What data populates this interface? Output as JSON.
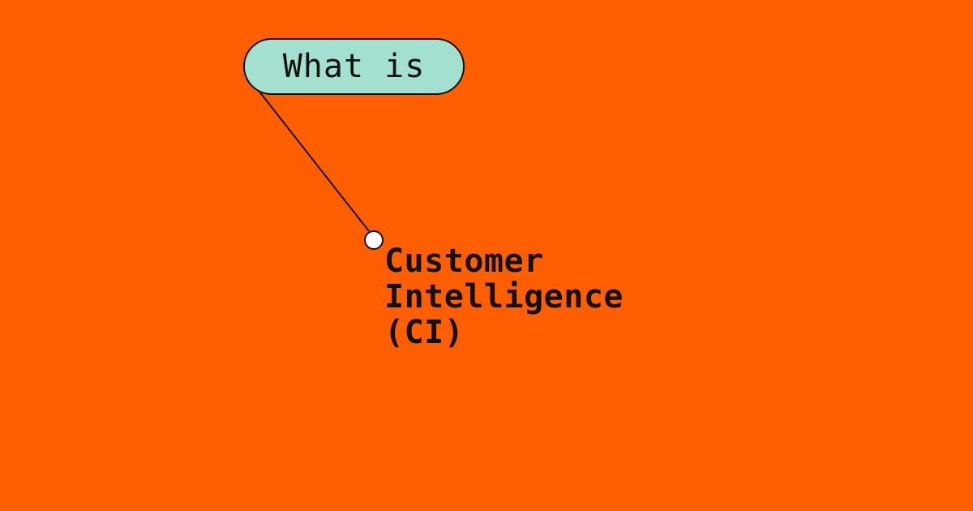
{
  "background_color": "#ff5f00",
  "pill": {
    "text": "What is",
    "fill_color": "#a4e0cf"
  },
  "title": {
    "line1": "Customer",
    "line2": "Intelligence",
    "line3": "(CI)"
  },
  "connector_node_icon": "circle-node-icon"
}
